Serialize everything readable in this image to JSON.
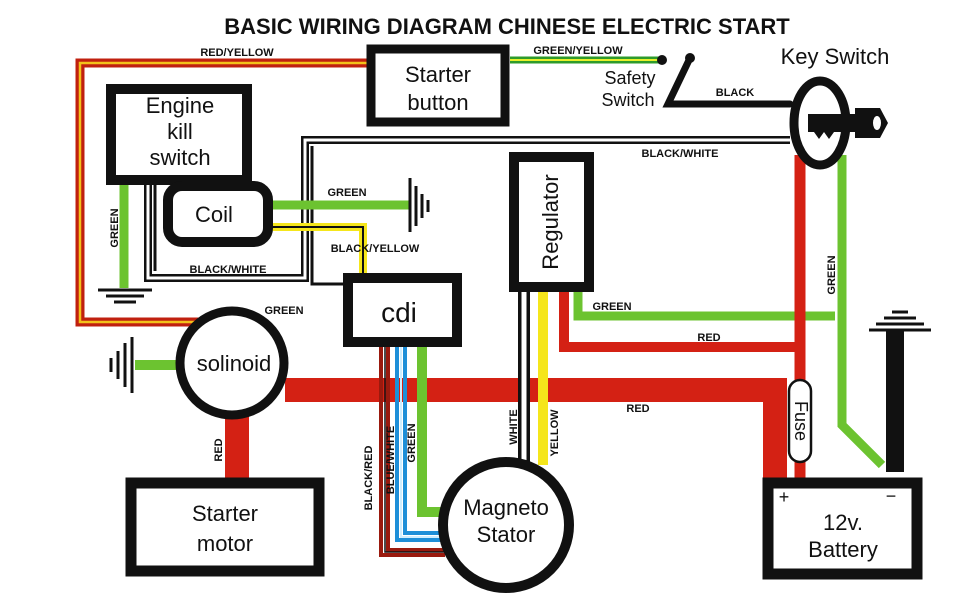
{
  "title": "BASIC WIRING DIAGRAM CHINESE ELECTRIC START",
  "components": {
    "starter_button": [
      "Starter",
      "button"
    ],
    "engine_kill_switch": [
      "Engine",
      "kill",
      "switch"
    ],
    "coil": "Coil",
    "cdi": "cdi",
    "regulator": "Regulator",
    "solenoid": "solinoid",
    "starter_motor": [
      "Starter",
      "motor"
    ],
    "magneto_stator": [
      "Magneto",
      "Stator"
    ],
    "safety_switch": [
      "Safety",
      "Switch"
    ],
    "key_switch": "Key Switch",
    "fuse": "Fuse",
    "battery": [
      "12v.",
      "Battery"
    ],
    "battery_plus": "+",
    "battery_minus": "−"
  },
  "wire_labels": {
    "red_yellow": "RED/YELLOW",
    "green_yellow": "GREEN/YELLOW",
    "black_key": "BLACK",
    "black_white_top": "BLACK/WHITE",
    "green_coil": "GREEN",
    "black_yellow": "BLACK/YELLOW",
    "black_white_kill": "BLACK/WHITE",
    "green_kill": "GREEN",
    "green_solenoid": "GREEN",
    "green_regulator": "GREEN",
    "red_regulator": "RED",
    "red_main": "RED",
    "green_key": "GREEN",
    "red_starter": "RED",
    "black_red": "BLACK/RED",
    "blue_white": "BLUE/WHITE",
    "green_stator": "GREEN",
    "white_stator": "WHITE",
    "yellow_stator": "YELLOW"
  },
  "colors": {
    "red": "#d42114",
    "green": "#6cc330",
    "yellow": "#f5e61b",
    "blue": "#1e8fd8",
    "black": "#111111",
    "darkred": "#9a1a0e"
  }
}
